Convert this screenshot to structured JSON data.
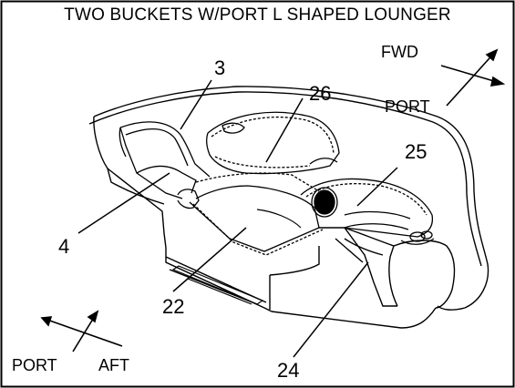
{
  "diagram": {
    "title": "TWO BUCKETS W/PORT L SHAPED LOUNGER",
    "compass_top": {
      "fwd": "FWD",
      "port": "PORT"
    },
    "compass_bottom": {
      "port": "PORT",
      "aft": "AFT"
    },
    "callouts": [
      {
        "id": "3",
        "text": "3"
      },
      {
        "id": "26",
        "text": "26"
      },
      {
        "id": "25",
        "text": "25"
      },
      {
        "id": "4",
        "text": "4"
      },
      {
        "id": "22",
        "text": "22"
      },
      {
        "id": "24",
        "text": "24"
      }
    ]
  }
}
